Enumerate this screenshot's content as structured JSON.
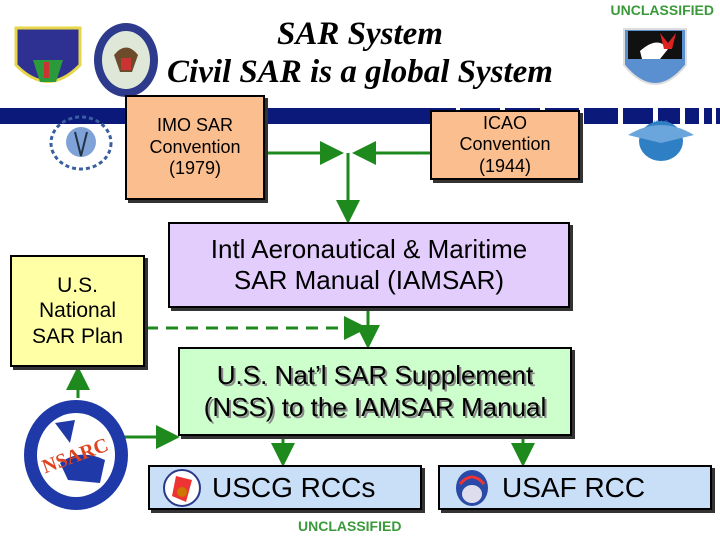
{
  "classification_top": "UNCLASSIFIED",
  "classification_bottom": "UNCLASSIFIED",
  "title_line1": "SAR System",
  "title_line2": "Civil SAR is a global System",
  "boxes": {
    "imo": "IMO SAR Convention (1979)",
    "icao": "ICAO Convention (1944)",
    "iamsar": "Intl Aeronautical & Maritime SAR Manual (IAMSAR)",
    "nsp": "U.S. National SAR Plan",
    "nss": "U.S. Nat’l SAR Supplement (NSS) to the IAMSAR Manual",
    "uscg": "USCG RCCs",
    "usaf": "USAF RCC"
  },
  "logos": {
    "nsarc": "NSARC",
    "norad": "NORAD",
    "northcom": "UNITED STATES NORTHERN COMMAND",
    "conr": "CONR-AFNORTH",
    "imo": "IMO",
    "icao": "ICAO"
  },
  "colors": {
    "band": "#0b1a7a",
    "arrow": "#1e8a1e",
    "orange": "#fbbf8f",
    "purple": "#e3cdfd",
    "yellow": "#ffffa6",
    "green": "#ccffcc",
    "blue": "#c9def7"
  }
}
